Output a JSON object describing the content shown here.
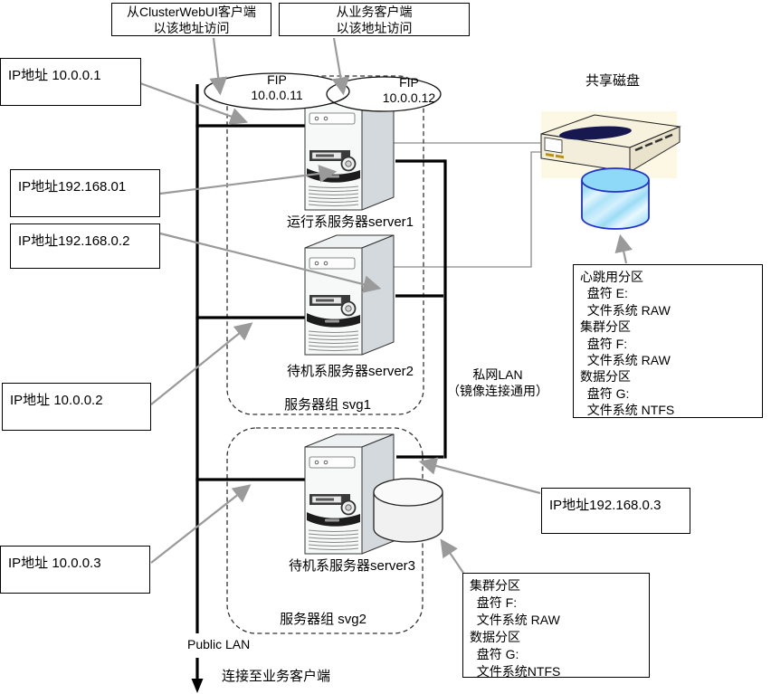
{
  "callout_webui": {
    "line1": "从ClusterWebUI客户端",
    "line2": "以该地址访问"
  },
  "callout_business": {
    "line1": "从业务客户端",
    "line2": "以该地址访问"
  },
  "fip1": {
    "name": "FIP",
    "ip": "10.0.0.11"
  },
  "fip2": {
    "name": "FIP",
    "ip": "10.0.0.12"
  },
  "ip_labels": {
    "ip1": "IP地址 10.0.0.1",
    "ip2": "IP地址192.168.01",
    "ip3": "IP地址192.168.0.2",
    "ip4": "IP地址 10.0.0.2",
    "ip5": "IP地址 10.0.0.3",
    "ip6": "IP地址192.168.0.3"
  },
  "server_labels": {
    "server1": "运行系服务器server1",
    "server2": "待机系服务器server2",
    "server3": "待机系服务器server3"
  },
  "group_labels": {
    "svg1": "服务器组 svg1",
    "svg2": "服务器组 svg2"
  },
  "shared_disk_label": "共享磁盘",
  "private_lan": {
    "line1": "私网LAN",
    "line2": "（镜像连接通用）"
  },
  "public_lan_label": "Public LAN",
  "bottom_note": "连接至业务客户端",
  "shared_partitions": [
    "心跳用分区",
    "  盘符 E:",
    "  文件系统 RAW",
    "集群分区",
    "  盘符 F:",
    "  文件系统 RAW",
    "数据分区",
    "  盘符 G:",
    "  文件系统 NTFS"
  ],
  "mirror_partitions": [
    "集群分区",
    "  盘符 F:",
    "  文件系统 RAW",
    "数据分区",
    "  盘符 G:",
    "  文件系统NTFS"
  ],
  "colors": {
    "line": "#000000",
    "annotation_arrow": "#9a9a9a",
    "disk_outline_blue": "#2233cc",
    "disk_top_blue": "#8ed8f8",
    "device_cream": "#f5f0da",
    "device_bg_yellow": "#fcf8e3",
    "disk_platter_navy": "#181850"
  }
}
